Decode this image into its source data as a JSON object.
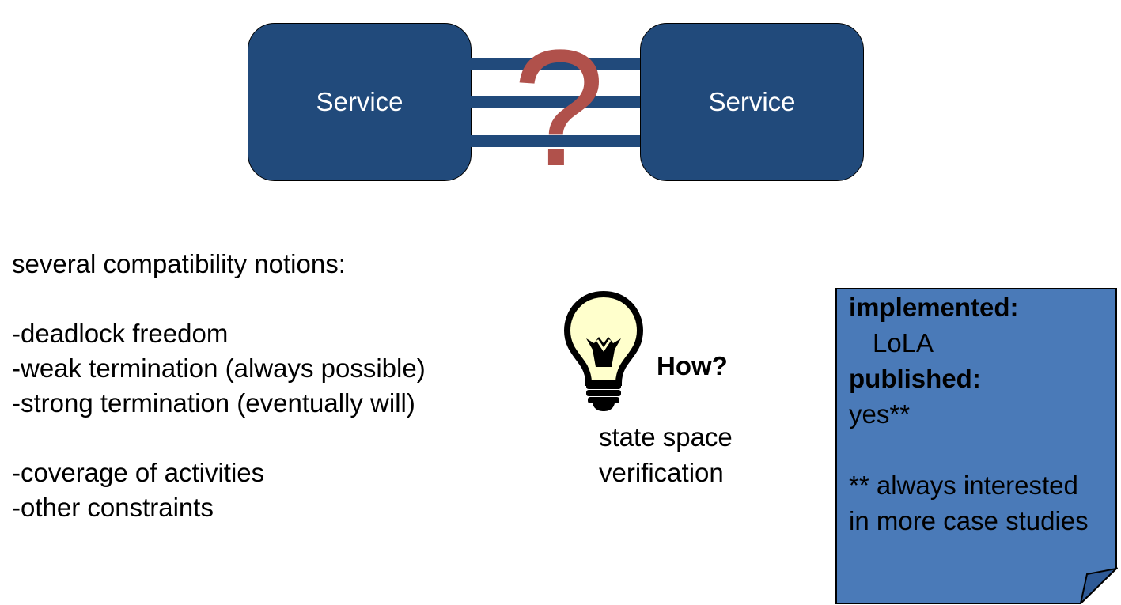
{
  "diagram": {
    "left_service": "Service",
    "right_service": "Service",
    "question_mark": "?",
    "colors": {
      "service_fill": "#214a7b",
      "question_mark": "#b0514b",
      "note_fill": "#4a7ab8"
    }
  },
  "notions": {
    "heading": "several compatibility notions:",
    "group1": [
      "-deadlock freedom",
      "-weak termination (always possible)",
      "-strong termination (eventually will)"
    ],
    "group2": [
      "-coverage of activities",
      "-other constraints"
    ]
  },
  "idea": {
    "icon": "lightbulb-icon",
    "question": "How?",
    "answer_line1": "state space",
    "answer_line2": "verification"
  },
  "note": {
    "implemented_label": "implemented:",
    "implemented_value": "LoLA",
    "published_label": "published:",
    "published_value": "yes**",
    "footnote_line1": "** always interested",
    "footnote_line2": "in more case studies"
  }
}
